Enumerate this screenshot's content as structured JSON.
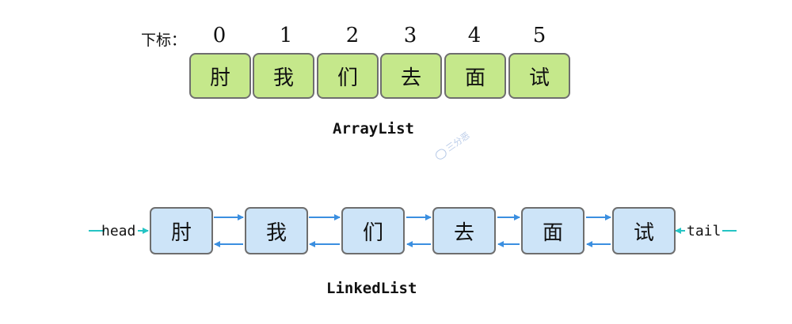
{
  "array_list": {
    "index_caption": "下标：",
    "indices": [
      "0",
      "1",
      "2",
      "3",
      "4",
      "5"
    ],
    "cells": [
      "肘",
      "我",
      "们",
      "去",
      "面",
      "试"
    ],
    "title": "ArrayList",
    "cell_color": "#c5e88b"
  },
  "linked_list": {
    "head_label": "head",
    "tail_label": "tail",
    "nodes": [
      "肘",
      "我",
      "们",
      "去",
      "面",
      "试"
    ],
    "title": "LinkedList",
    "node_color": "#cde4f8",
    "link_color": "#3b8fe0",
    "pointer_color": "#25c4c4"
  },
  "watermark": {
    "text": "三分恶"
  }
}
